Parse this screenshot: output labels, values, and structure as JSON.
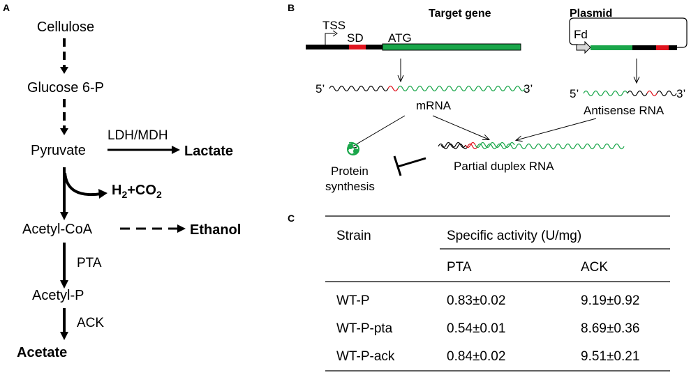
{
  "panels": {
    "a": "A",
    "b": "B",
    "c": "C"
  },
  "pathway": {
    "nodes": {
      "cellulose": "Cellulose",
      "glucose6p": "Glucose 6-P",
      "pyruvate": "Pyruvate",
      "lactate": "Lactate",
      "h2co2_h": "H",
      "h2co2_sub1": "2",
      "h2co2_mid": "+CO",
      "h2co2_sub2": "2",
      "acetylcoa": "Acetyl-CoA",
      "ethanol": "Ethanol",
      "acetylp": "Acetyl-P",
      "acetate": "Acetate"
    },
    "enzymes": {
      "ldh_mdh": "LDH/MDH",
      "pta": "PTA",
      "ack": "ACK"
    }
  },
  "mechanism": {
    "target_gene_title": "Target gene",
    "plasmid_title": "Plasmid",
    "tss": "TSS",
    "sd": "SD",
    "atg": "ATG",
    "fd": "Fd",
    "mrna_5": "5’",
    "mrna_3": "3’",
    "mrna_label": "mRNA",
    "antisense_5": "5’",
    "antisense_3": "3’",
    "antisense_label": "Antisense RNA",
    "protein_line1": "Protein",
    "protein_line2": "synthesis",
    "duplex_label": "Partial duplex RNA",
    "colors": {
      "green": "#1aa64a",
      "red": "#e0141e",
      "black": "#000000",
      "protein_blob": "#1aa64a"
    }
  },
  "table": {
    "header_strain": "Strain",
    "header_activity": "Specific activity (U/mg)",
    "sub_pta": "PTA",
    "sub_ack": "ACK",
    "rows": [
      {
        "strain": "WT-P",
        "pta": "0.83±0.02",
        "ack": "9.19±0.92"
      },
      {
        "strain": "WT-P-pta",
        "pta": "0.54±0.01",
        "ack": "8.69±0.36"
      },
      {
        "strain": "WT-P-ack",
        "pta": "0.84±0.02",
        "ack": "9.51±0.21"
      }
    ]
  }
}
